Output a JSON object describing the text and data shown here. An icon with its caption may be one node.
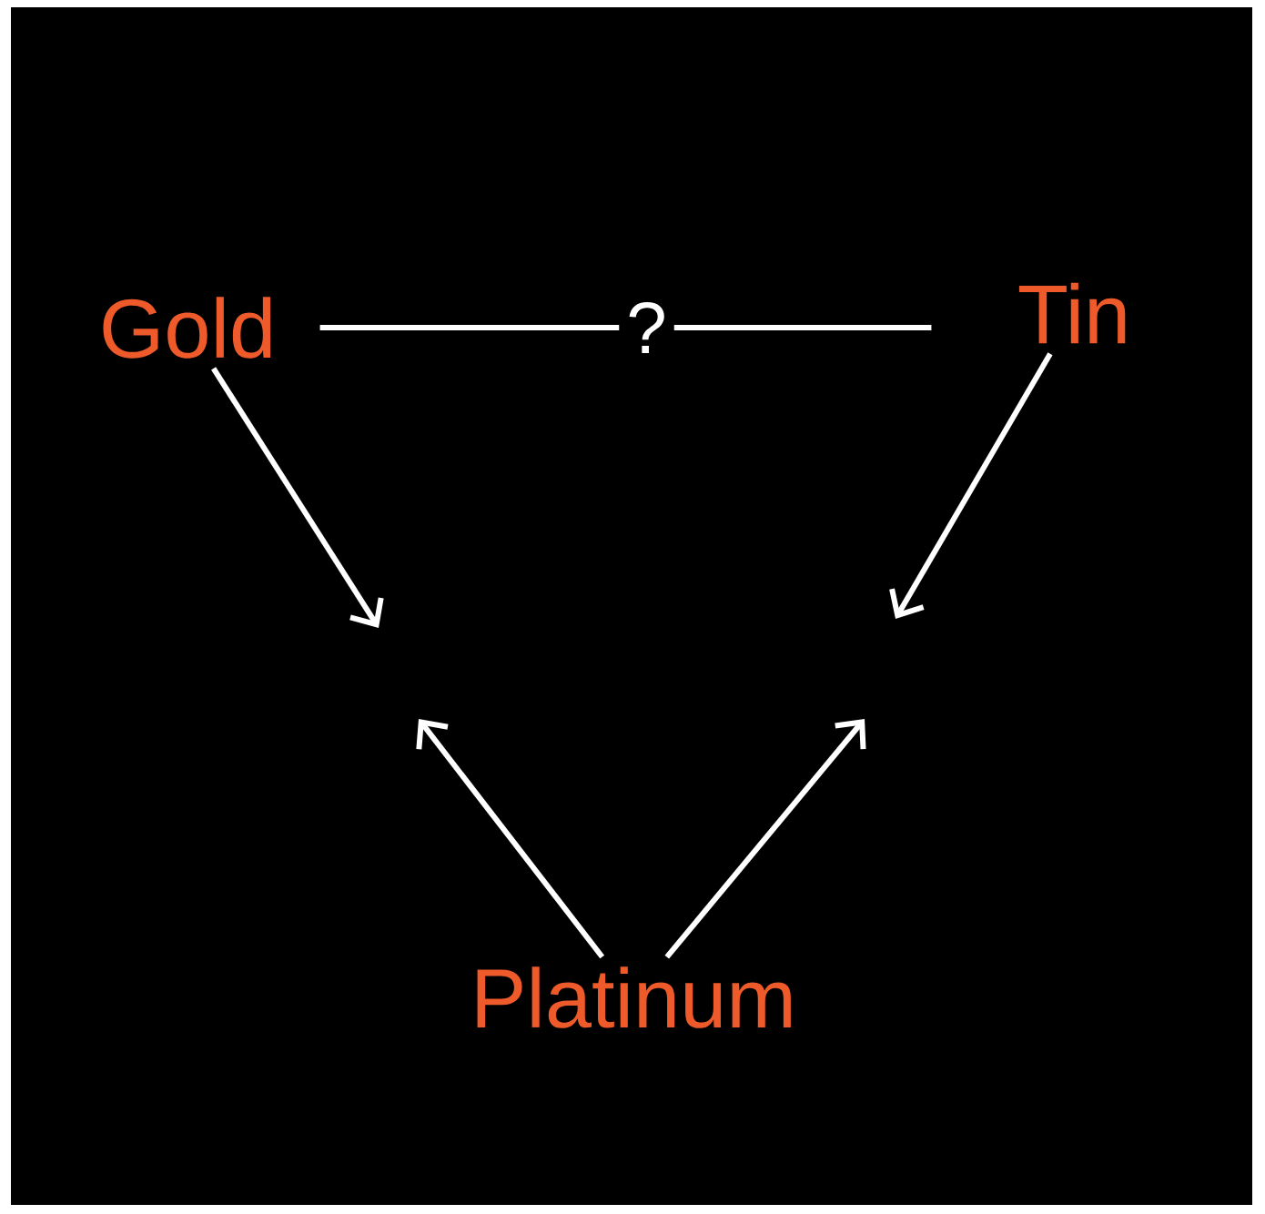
{
  "diagram": {
    "nodes": [
      {
        "text": [
          "Gold"
        ]
      },
      {
        "text": [
          "Tin"
        ]
      },
      {
        "text": [
          "Platinum"
        ]
      }
    ],
    "edges": [
      {
        "from": 0,
        "to": 1,
        "arrow": "none",
        "label": "?"
      },
      {
        "from": 0,
        "to": null,
        "arrow": "to"
      },
      {
        "from": 1,
        "to": null,
        "arrow": "to"
      },
      {
        "from": 2,
        "to": null,
        "arrow": "to"
      },
      {
        "from": 2,
        "to": null,
        "arrow": "to"
      }
    ]
  }
}
